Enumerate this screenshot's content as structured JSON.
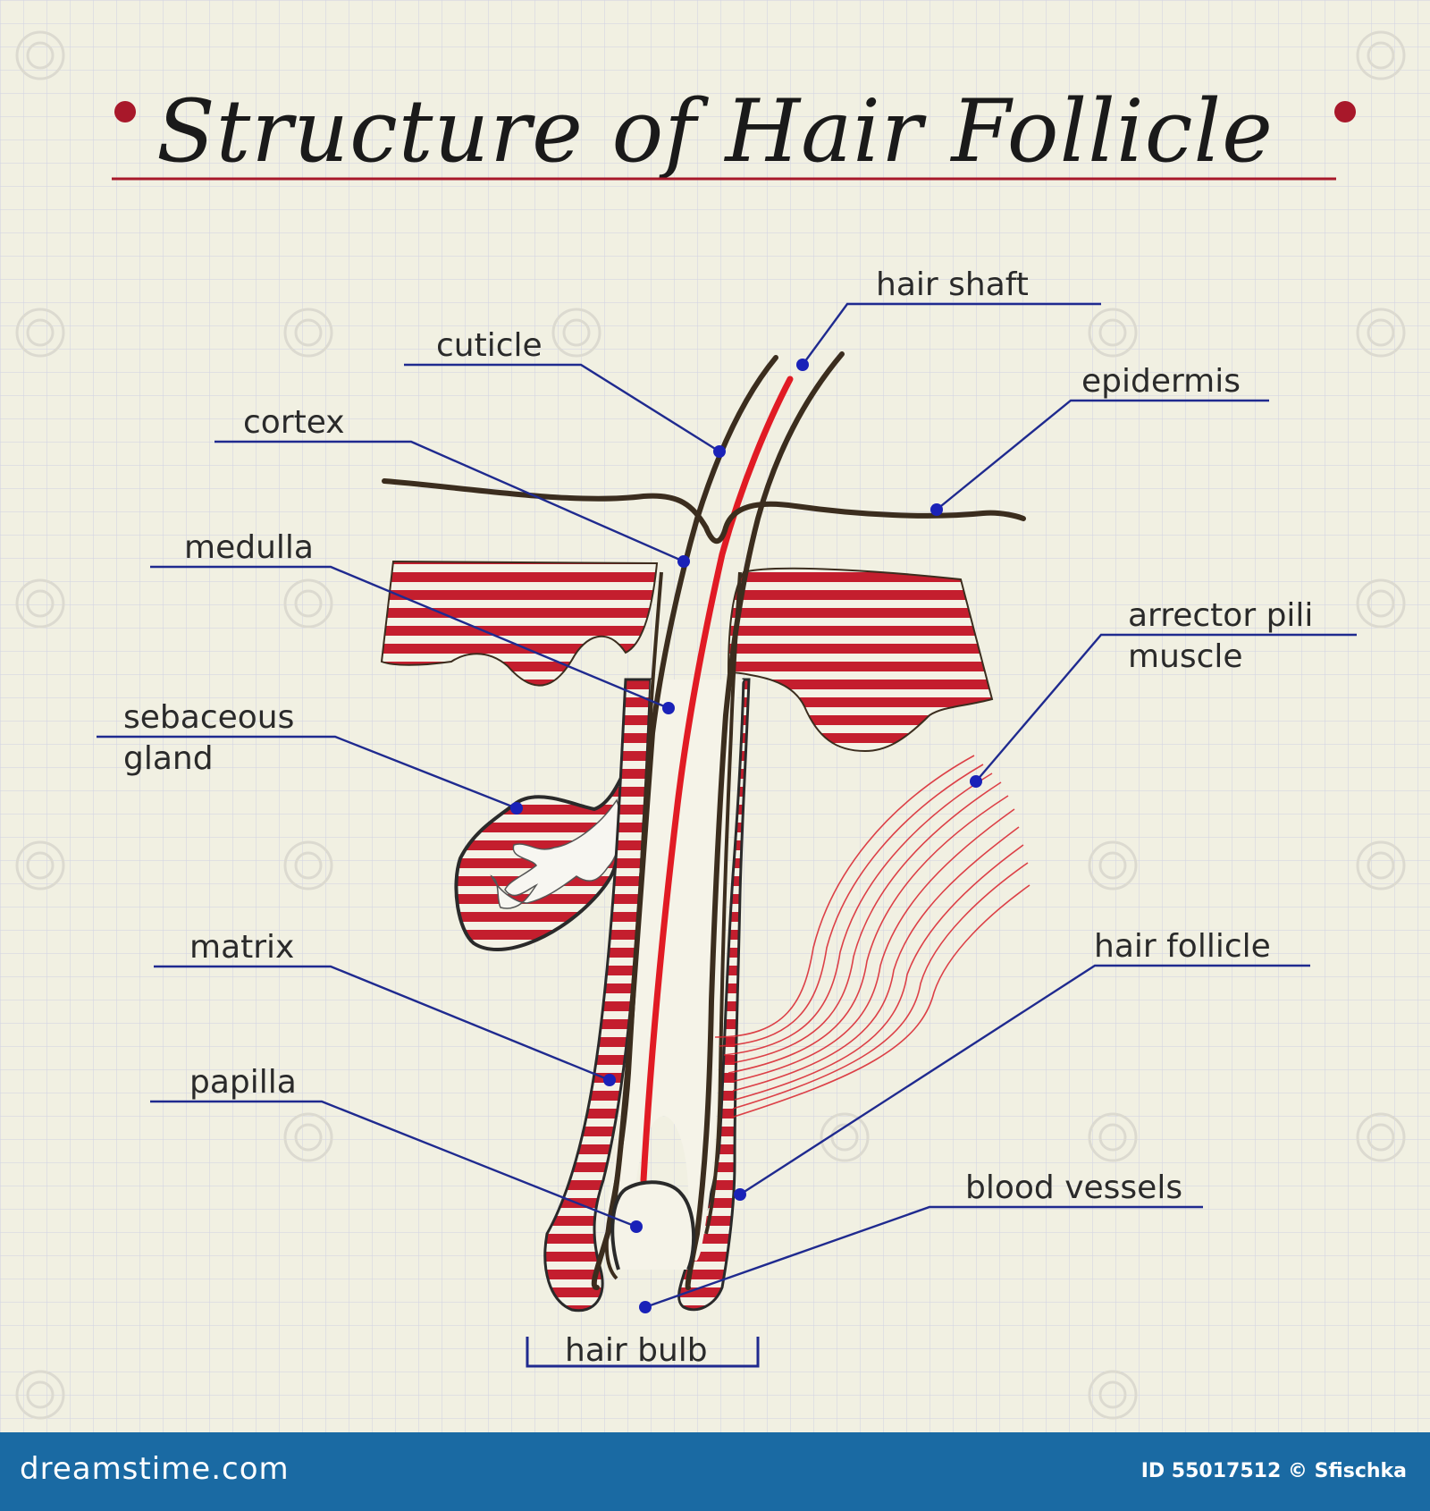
{
  "title": "Structure of Hair Follicle",
  "labels": {
    "hair_shaft": "hair shaft",
    "cuticle": "cuticle",
    "epidermis": "epidermis",
    "cortex": "cortex",
    "medulla": "medulla",
    "arrector_pili_line1": "arrector pili",
    "arrector_pili_line2": "muscle",
    "sebaceous_line1": "sebaceous",
    "sebaceous_line2": "gland",
    "matrix": "matrix",
    "hair_follicle": "hair follicle",
    "papilla": "papilla",
    "blood_vessels": "blood vessels",
    "hair_bulb": "hair bulb"
  },
  "footer": {
    "brand": "dreamstime.com",
    "stock_id": "ID 55017512 © Sfischka"
  },
  "colors": {
    "background": "#f1f0e2",
    "grid": "#c9cbe0",
    "accent_red": "#c41e2e",
    "outline": "#3b2d1e",
    "leader": "#1f2a8f",
    "footer": "#1a6aa3"
  }
}
